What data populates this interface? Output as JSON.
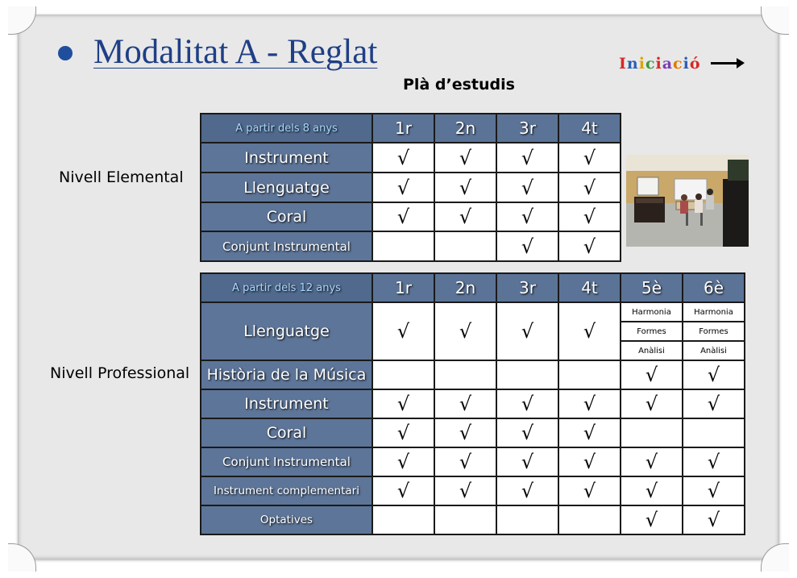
{
  "header": {
    "title": "Modalitat A - Reglat",
    "subtitle": "Plà d’estudis",
    "nav_link": "Iniciació",
    "nav_link_letters": [
      "I",
      "n",
      "i",
      "c",
      "i",
      "a",
      "c",
      "i",
      "ó"
    ],
    "nav_link_colors": [
      "#d62828",
      "#2b5fb8",
      "#e0a100",
      "#3a9a3a",
      "#d62828",
      "#7a3fb5",
      "#e07a00",
      "#2b5fb8",
      "#d62828"
    ]
  },
  "elemental": {
    "level_label": "Nivell Elemental",
    "age_label": "A partir dels 8 anys",
    "columns": [
      "1r",
      "2n",
      "3r",
      "4t"
    ],
    "rows": [
      {
        "subject": "Instrument",
        "marks": [
          "√",
          "√",
          "√",
          "√"
        ]
      },
      {
        "subject": "Llenguatge",
        "marks": [
          "√",
          "√",
          "√",
          "√"
        ]
      },
      {
        "subject": "Coral",
        "marks": [
          "√",
          "√",
          "√",
          "√"
        ]
      },
      {
        "subject": "Conjunt Instrumental",
        "marks": [
          "",
          "",
          "√",
          "√"
        ]
      }
    ]
  },
  "professional": {
    "level_label": "Nivell Professional",
    "age_label": "A partir dels 12 anys",
    "columns": [
      "1r",
      "2n",
      "3r",
      "4t",
      "5è",
      "6è"
    ],
    "llenguatge": {
      "subject": "Llenguatge",
      "marks": [
        "√",
        "√",
        "√",
        "√"
      ],
      "breakdown_5": [
        "Harmonia",
        "Formes",
        "Anàlisi"
      ],
      "breakdown_6": [
        "Harmonia",
        "Formes",
        "Anàlisi"
      ]
    },
    "rows": [
      {
        "subject": "Història de la Música",
        "marks": [
          "",
          "",
          "",
          "",
          "√",
          "√"
        ]
      },
      {
        "subject": "Instrument",
        "marks": [
          "√",
          "√",
          "√",
          "√",
          "√",
          "√"
        ]
      },
      {
        "subject": "Coral",
        "marks": [
          "√",
          "√",
          "√",
          "√",
          "",
          ""
        ]
      },
      {
        "subject": "Conjunt Instrumental",
        "marks": [
          "√",
          "√",
          "√",
          "√",
          "√",
          "√"
        ]
      },
      {
        "subject": "Instrument complementari",
        "marks": [
          "√",
          "√",
          "√",
          "√",
          "√",
          "√"
        ]
      },
      {
        "subject": "Optatives",
        "marks": [
          "",
          "",
          "",
          "",
          "√",
          "√"
        ]
      }
    ]
  },
  "colors": {
    "header_cell": "#50698c",
    "row_cell": "#5d7598",
    "title": "#1f3f86"
  }
}
